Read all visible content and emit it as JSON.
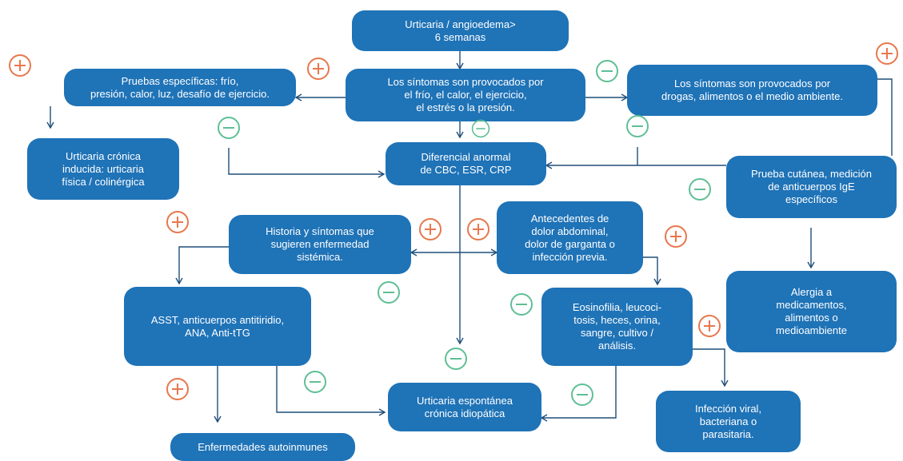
{
  "nodes": {
    "n_top": "Urticaria / angioedema>\n6 semanas",
    "n_pruebas": "Pruebas específicas: frío,\npresión, calor, luz, desafío de ejercicio.",
    "n_sintomas": "Los síntomas son provocados por\nel frío, el calor, el ejercicio,\nel estrés o la presión.",
    "n_drogas": "Los síntomas son provocados por\ndrogas, alimentos o el medio ambiente.",
    "n_cronica_inducida": "Urticaria crónica\ninducida: urticaria\nfísica / colinérgica",
    "n_diferencial": "Diferencial anormal\nde CBC, ESR, CRP",
    "n_prueba_cutanea": "Prueba cutánea, medición\nde anticuerpos IgE\nespecíficos",
    "n_historia": "Historia y síntomas que\nsugieren enfermedad\nsistémica.",
    "n_antecedentes": "Antecedentes de\ndolor abdominal,\ndolor de garganta o\ninfección previa.",
    "n_asst": "ASST, anticuerpos antitiridio,\nANA, Anti-tTG",
    "n_eosinofilia": "Eosinofilia, leucoci-\ntosis, heces, orina,\nsangre, cultivo /\nanálisis.",
    "n_alergia": "Alergia a\nmedicamentos,\nalimentos o\nmedioambiente",
    "n_espontanea": "Urticaria espontánea\ncrónica idiopática",
    "n_infeccion": "Infección viral,\nbacteriana o\nparasitaria.",
    "n_autoinmunes": "Enfermedades autoinmunes"
  },
  "colors": {
    "node_fill": "#1f73b7",
    "node_text": "#ffffff",
    "connector": "#1f4e79",
    "positive_sign": "#e8774d",
    "negative_sign": "#5fbf95"
  },
  "signs": [
    {
      "id": "s1",
      "kind": "positive"
    },
    {
      "id": "s2",
      "kind": "positive"
    },
    {
      "id": "s3",
      "kind": "negative"
    },
    {
      "id": "s4",
      "kind": "negative"
    },
    {
      "id": "s5",
      "kind": "negative"
    },
    {
      "id": "s6",
      "kind": "negative"
    },
    {
      "id": "s7",
      "kind": "positive"
    },
    {
      "id": "s8",
      "kind": "negative"
    },
    {
      "id": "s9",
      "kind": "positive"
    },
    {
      "id": "s10",
      "kind": "positive"
    },
    {
      "id": "s11",
      "kind": "positive"
    },
    {
      "id": "s12",
      "kind": "positive"
    },
    {
      "id": "s13",
      "kind": "negative"
    },
    {
      "id": "s14",
      "kind": "negative"
    },
    {
      "id": "s15",
      "kind": "positive"
    },
    {
      "id": "s16",
      "kind": "negative"
    },
    {
      "id": "s17",
      "kind": "positive"
    },
    {
      "id": "s18",
      "kind": "negative"
    },
    {
      "id": "s19",
      "kind": "negative"
    }
  ]
}
